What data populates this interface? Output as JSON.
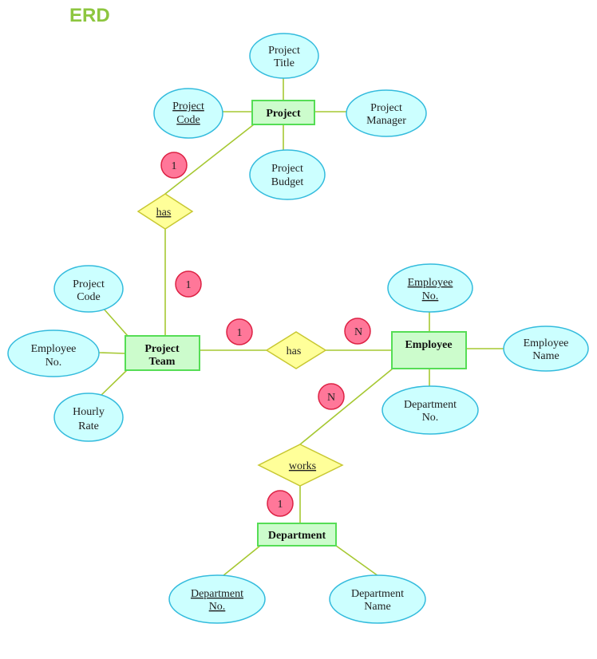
{
  "title": "ERD",
  "colors": {
    "title": "#8dc63f",
    "line": "#a6c832",
    "entity_fill": "#ccfccc",
    "entity_stroke": "#55dd55",
    "attr_fill": "#ccffff",
    "attr_stroke": "#33bbdd",
    "rel_fill": "#ffff99",
    "rel_stroke": "#c8c832",
    "card_fill": "#ff7799",
    "card_stroke": "#dd2244"
  },
  "entities": {
    "project": "Project",
    "project_team": [
      "Project",
      "Team"
    ],
    "employee": "Employee",
    "department": "Department"
  },
  "attributes": {
    "project_title": [
      "Project",
      "Title"
    ],
    "project_code": [
      "Project",
      "Code"
    ],
    "project_manager": [
      "Project",
      "Manager"
    ],
    "project_budget": [
      "Project",
      "Budget"
    ],
    "team_project_code": [
      "Project",
      "Code"
    ],
    "team_employee_no": [
      "Employee",
      "No."
    ],
    "hourly_rate": [
      "Hourly",
      "Rate"
    ],
    "employee_no": [
      "Employee",
      "No."
    ],
    "employee_name": [
      "Employee",
      "Name"
    ],
    "employee_department_no": [
      "Department",
      "No."
    ],
    "department_no": [
      "Department",
      "No."
    ],
    "department_name": [
      "Department",
      "Name"
    ]
  },
  "relationships": {
    "project_has_team": "has",
    "team_has_employee": "has",
    "employee_works_department": "works"
  },
  "cardinalities": {
    "project_side": "1",
    "team_side_project": "1",
    "team_side_employee": "1",
    "employee_side_team": "N",
    "employee_side_department": "N",
    "department_side": "1"
  }
}
